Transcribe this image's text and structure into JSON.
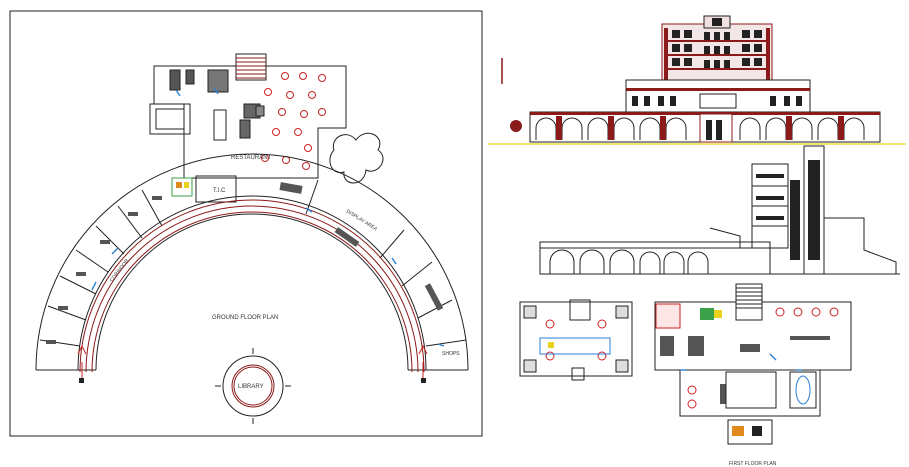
{
  "labels": {
    "restaurant": "RESTAURANT",
    "tic": "T.I.C",
    "display_area": "DISPLAY AREA",
    "corridor": "CORRIDOR",
    "ground_floor_plan": "GROUND FLOOR PLAN",
    "library": "LIBRARY",
    "shops": "SHOPS",
    "first_floor_plan": "FIRST FLOOR PLAN"
  },
  "colors": {
    "line": "#222222",
    "brick": "#8b1a1a",
    "accent_red": "#cc2222",
    "accent_blue": "#2a7fd4",
    "accent_green": "#3aa04a",
    "accent_orange": "#e08a1e",
    "accent_yellow": "#e8d21a"
  }
}
